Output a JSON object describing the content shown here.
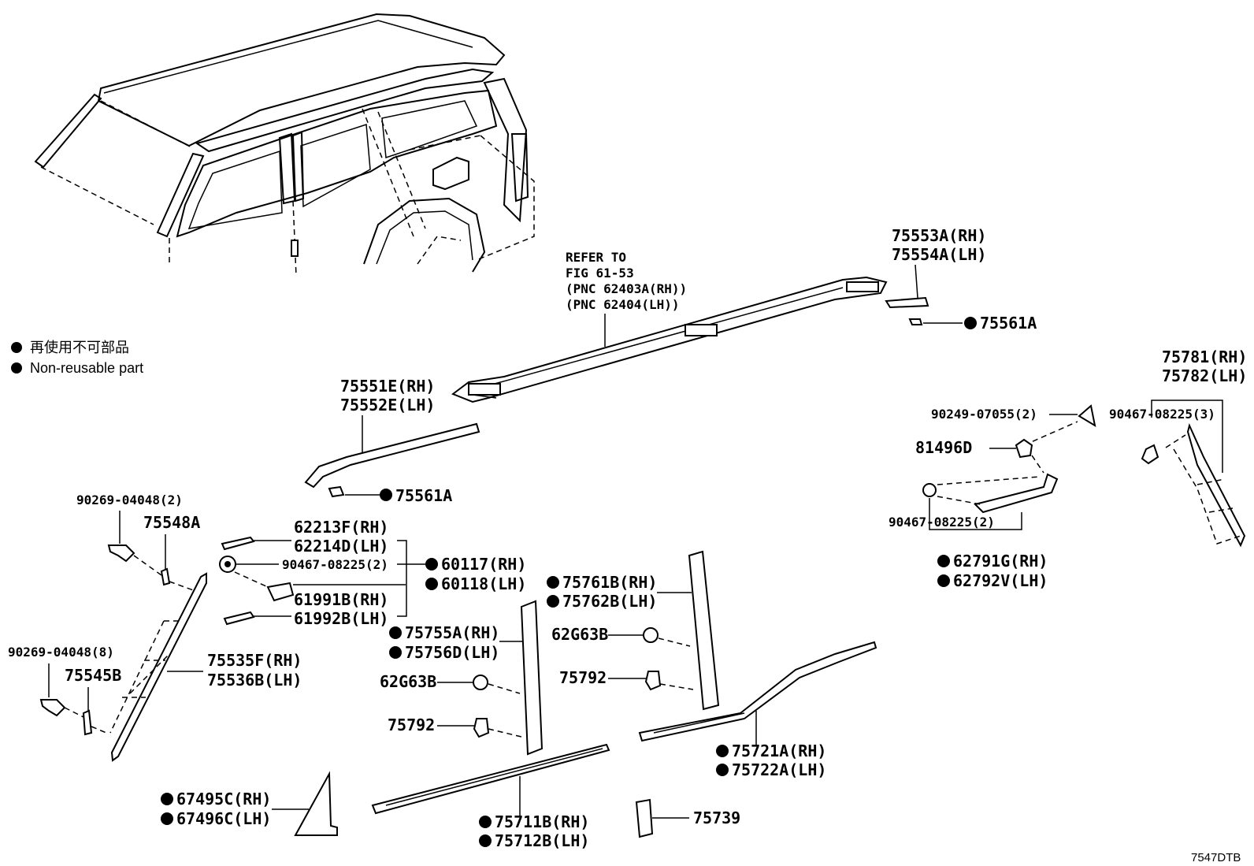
{
  "legend": {
    "line_jp": "再使用不可部品",
    "line_en": "Non-reusable part"
  },
  "refer": {
    "l1": "REFER TO",
    "l2": "FIG 61-53",
    "l3": "(PNC 62403A(RH))",
    "l4": "(PNC 62404(LH))"
  },
  "labels": {
    "p75553A": "75553A(RH)",
    "p75554A": "75554A(LH)",
    "p75561A_top": "75561A",
    "p75781": "75781(RH)",
    "p75782": "75782(LH)",
    "p90249": "90249-07055(2)",
    "p90467_3": "90467-08225(3)",
    "p81496D": "81496D",
    "p90467_2b": "90467-08225(2)",
    "p62791G": "62791G(RH)",
    "p62792V": "62792V(LH)",
    "p75551E": "75551E(RH)",
    "p75552E": "75552E(LH)",
    "p75561A_mid": "75561A",
    "p90269_2": "90269-04048(2)",
    "p75548A": "75548A",
    "p62213F": "62213F(RH)",
    "p62214D": "62214D(LH)",
    "p90467_2a": "90467-08225(2)",
    "p60117": "60117(RH)",
    "p60118": "60118(LH)",
    "p61991B": "61991B(RH)",
    "p61992B": "61992B(LH)",
    "p75761B": "75761B(RH)",
    "p75762B": "75762B(LH)",
    "p75755A": "75755A(RH)",
    "p75756D": "75756D(LH)",
    "p62G63B_a": "62G63B",
    "p62G63B_b": "62G63B",
    "p75792_a": "75792",
    "p75792_b": "75792",
    "p90269_8": "90269-04048(8)",
    "p75545B": "75545B",
    "p75535F": "75535F(RH)",
    "p75536B": "75536B(LH)",
    "p75721A": "75721A(RH)",
    "p75722A": "75722A(LH)",
    "p67495C": "67495C(RH)",
    "p67496C": "67496C(LH)",
    "p75711B": "75711B(RH)",
    "p75712B": "75712B(LH)",
    "p75739": "75739"
  },
  "figure_code": "7547DTB"
}
